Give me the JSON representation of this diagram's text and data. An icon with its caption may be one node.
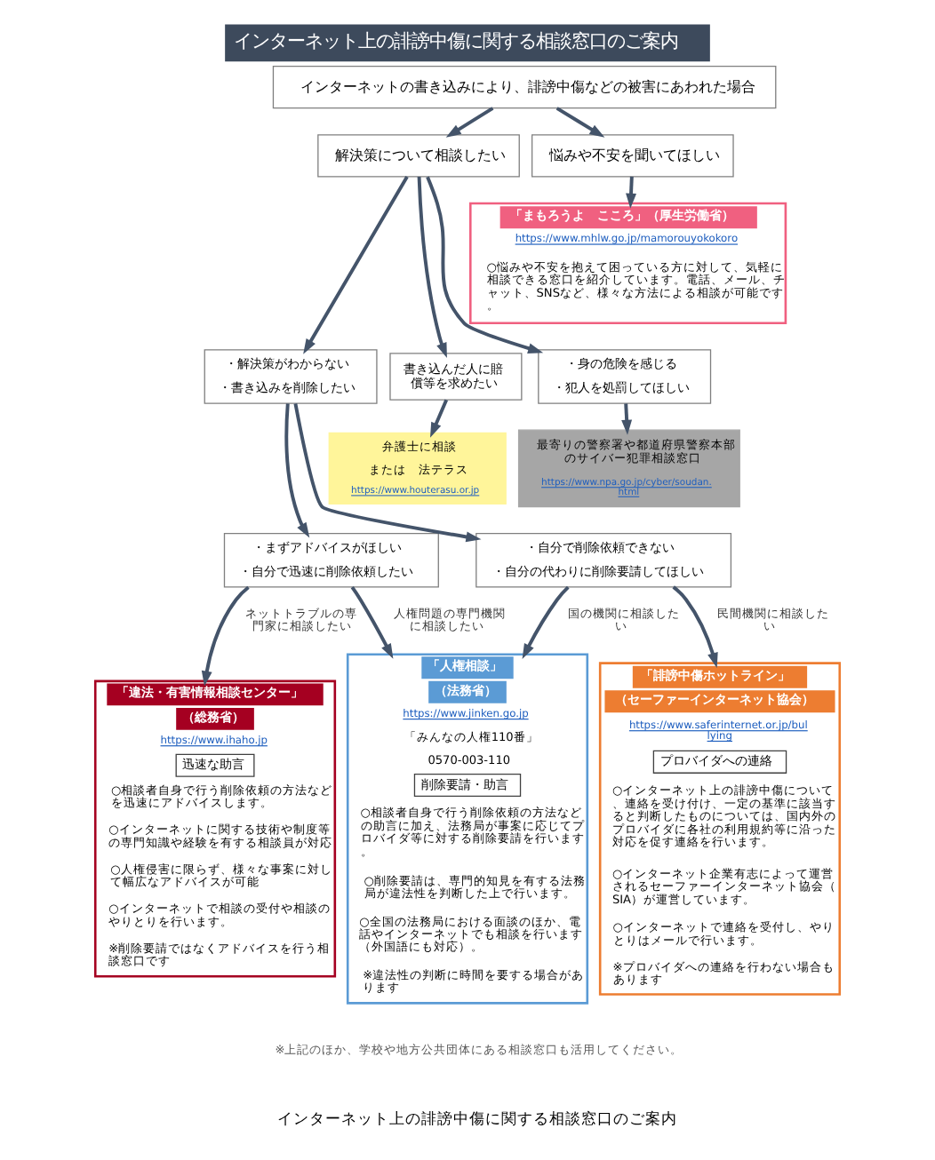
{
  "diagram": {
    "title": "インターネット上の誹謗中傷に関する相談窓口のご案内",
    "caption": "インターネット上の誹謗中傷に関する相談窓口のご案内",
    "nodes": [
      {
        "text": [
          "インターネットの書き込みにより、誹謗中傷などの被害にあわれた場合"
        ]
      },
      {
        "text": [
          "解決策について相談したい"
        ]
      },
      {
        "text": [
          "悩みや不安を聞いてほしい"
        ]
      },
      {
        "text": [
          "「まもろうよ　こころ」（厚生労働省）",
          "https://www.mhlw.go.jp/mamorouyokokoro",
          "○悩みや不安を抱えて困っている方に対して、気軽に相談できる窓口を紹介しています。電話、メール、チャット、SNSなど、様々な方法による相談が可能です。"
        ]
      },
      {
        "text": [
          "・解決策がわからない",
          "・書き込みを削除したい"
        ]
      },
      {
        "text": [
          "書き込んだ人に賠償等を求めたい"
        ]
      },
      {
        "text": [
          "・身の危険を感じる",
          "・犯人を処罰してほしい"
        ]
      },
      {
        "text": [
          "弁護士に相談",
          "または　法テラス",
          "https://www.houterasu.or.jp"
        ]
      },
      {
        "text": [
          "最寄りの警察署や都道府県警察本部のサイバー犯罪相談窓口",
          "https://www.npa.go.jp/cyber/soudan.html"
        ]
      },
      {
        "text": [
          "・まずアドバイスがほしい",
          "・自分で迅速に削除依頼したい"
        ]
      },
      {
        "text": [
          "・自分で削除依頼できない",
          "・自分の代わりに削除要請してほしい"
        ]
      },
      {
        "text": [
          "「違法・有害情報相談センター」",
          "（総務省）",
          "https://www.ihaho.jp",
          "迅速な助言",
          "○相談者自身で行う削除依頼の方法などを迅速にアドバイスします。",
          "○インターネットに関する技術や制度等の専門知識や経験を有する相談員が対応",
          "○人権侵害に限らず、様々な事案に対して幅広なアドバイスが可能",
          "○インターネットで相談の受付や相談のやりとりを行います。",
          "※削除要請ではなくアドバイスを行う相談窓口です"
        ]
      },
      {
        "text": [
          "「人権相談」",
          "（法務省）",
          "https://www.jinken.go.jp",
          "「みんなの人権110番」",
          "0570-003-110",
          "削除要請・助言",
          "○相談者自身で行う削除依頼の方法などの助言に加え、法務局が事案に応じてプロバイダ等に対する削除要請を行います。",
          "○削除要請は、専門的知見を有する法務局が違法性を判断した上で行います。",
          "○全国の法務局における面談のほか、電話やインターネットでも相談を行います（外国語にも対応）。",
          "※違法性の判断に時間を要する場合があります"
        ]
      },
      {
        "text": [
          "「誹謗中傷ホットライン」",
          "（セーファーインターネット協会）",
          "https://www.saferinternet.or.jp/bullying",
          "プロバイダへの連絡",
          "○インターネット上の誹謗中傷について、連絡を受け付け、一定の基準に該当すると判断したものについては、国内外のプロバイダに各社の利用規約等に沿った対応を促す連絡を行います。",
          "○インターネット企業有志によって運営されるセーファーインターネット協会（SIA）が運営しています。",
          "○インターネットで連絡を受付し、やりとりはメールで行います。",
          "※プロバイダへの連絡を行わない場合もあります"
        ]
      }
    ],
    "edges": [
      {
        "from": 0,
        "to": 1,
        "arrow": "to"
      },
      {
        "from": 0,
        "to": 2,
        "arrow": "to"
      },
      {
        "from": 2,
        "to": 3,
        "arrow": "to"
      },
      {
        "from": 1,
        "to": 4,
        "arrow": "to"
      },
      {
        "from": 1,
        "to": 5,
        "arrow": "to"
      },
      {
        "from": 1,
        "to": 6,
        "arrow": "to"
      },
      {
        "from": 5,
        "to": 7,
        "arrow": "to"
      },
      {
        "from": 6,
        "to": 8,
        "arrow": "to"
      },
      {
        "from": 4,
        "to": 9,
        "arrow": "to"
      },
      {
        "from": 4,
        "to": 10,
        "arrow": "to"
      },
      {
        "from": 9,
        "to": 11,
        "arrow": "to",
        "label": "ネットトラブルの専門家に相談したい"
      },
      {
        "from": 9,
        "to": 12,
        "arrow": "to",
        "label": "人権問題の専門機関に相談したい"
      },
      {
        "from": 10,
        "to": 12,
        "arrow": "to",
        "label": "国の機関に相談したい"
      },
      {
        "from": 10,
        "to": 13,
        "arrow": "to",
        "label": "民間機関に相談したい"
      }
    ],
    "labels": [
      "※上記のほか、学校や地方公共団体にある相談窓口も活用してください。"
    ]
  }
}
